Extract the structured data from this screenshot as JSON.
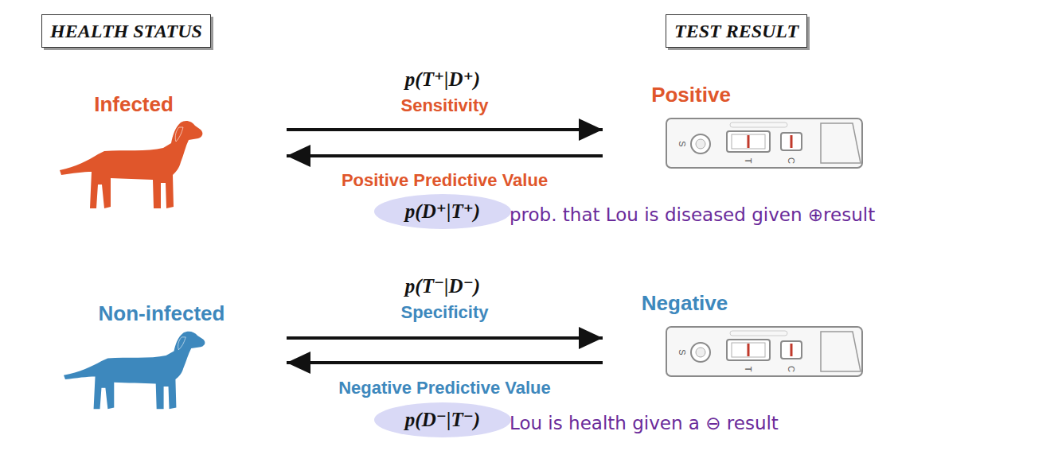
{
  "diagram": {
    "nodes": [
      {
        "text": [
          "HEALTH STATUS"
        ]
      },
      {
        "text": [
          "TEST RESULT"
        ]
      },
      {
        "text": [
          "Infected"
        ]
      },
      {
        "text": [
          "Positive"
        ]
      },
      {
        "text": [
          "Non-infected"
        ]
      },
      {
        "text": [
          "Negative"
        ]
      }
    ],
    "edges": [
      {
        "from": 2,
        "to": 3,
        "label": "Sensitivity",
        "arrow": "to"
      },
      {
        "from": 3,
        "to": 2,
        "label": "Positive Predictive Value",
        "arrow": "to"
      },
      {
        "from": 4,
        "to": 5,
        "label": "Specificity",
        "arrow": "to"
      },
      {
        "from": 5,
        "to": 4,
        "label": "Negative Predictive Value",
        "arrow": "to"
      }
    ],
    "labels": [
      "p(T⁺|D⁺)",
      "p(D⁺|T⁺)",
      "prob. that Lou is diseased given ⊕result",
      "S",
      "T",
      "C",
      "p(T⁻|D⁻)",
      "p(D⁻|T⁻)",
      "Lou is health given a ⊖ result",
      "S",
      "T",
      "C"
    ]
  }
}
